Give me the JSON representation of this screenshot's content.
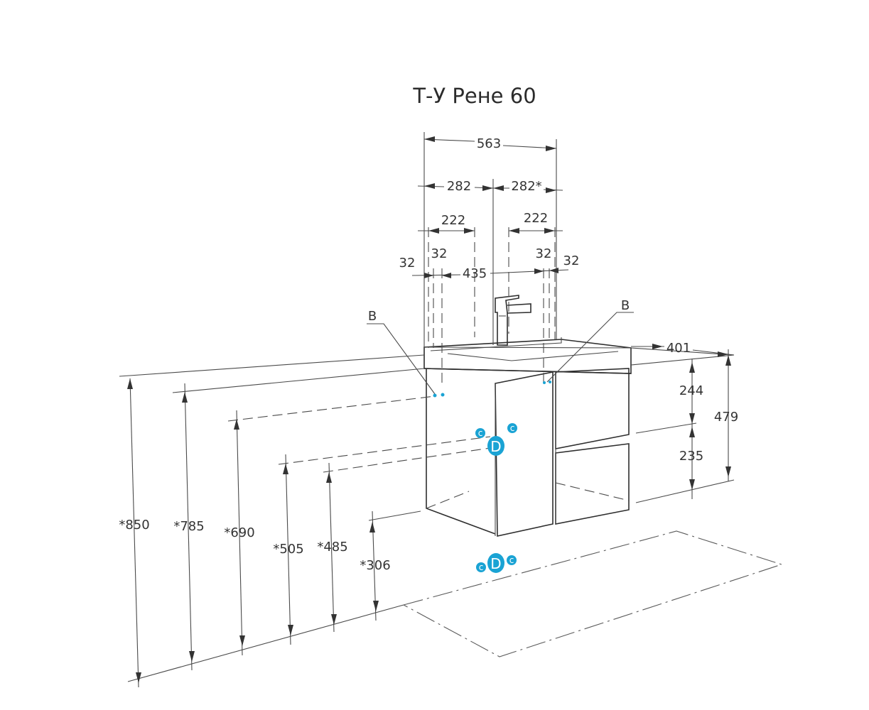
{
  "title": "Т-У Рене 60",
  "colors": {
    "accent": "#1aa3d4",
    "line": "#2e2e2e"
  },
  "labels": {
    "w563": "563",
    "w282l": "282",
    "w282r": "282*",
    "w222l": "222",
    "w222r": "222",
    "w32a": "32",
    "w32b": "32",
    "w32c": "32",
    "w32d": "32",
    "w435": "435",
    "d401": "401",
    "h244": "244",
    "h235": "235",
    "h479": "479",
    "h850": "*850",
    "h785": "*785",
    "h690": "*690",
    "h505": "*505",
    "h485": "*485",
    "h306": "*306",
    "markB1": "B",
    "markB2": "B",
    "c1": "c",
    "c2": "c",
    "c3": "c",
    "c4": "c",
    "d1": "D",
    "d2": "D"
  }
}
